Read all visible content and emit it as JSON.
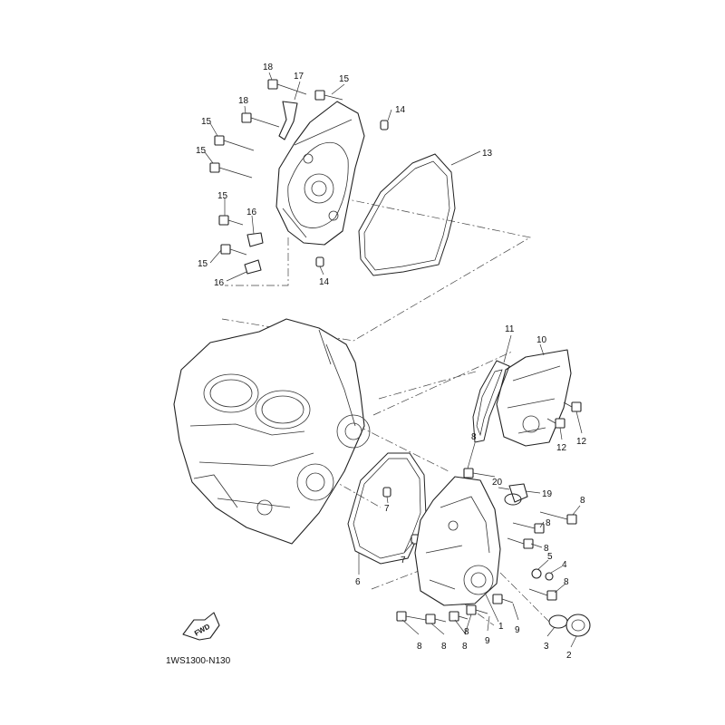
{
  "callouts": [
    "18",
    "17",
    "15",
    "18",
    "14",
    "15",
    "15",
    "13",
    "15",
    "16",
    "15",
    "16",
    "14",
    "11",
    "10",
    "12",
    "12",
    "8",
    "20",
    "19",
    "8",
    "7",
    "8",
    "8",
    "7",
    "5",
    "4",
    "8",
    "6",
    "1",
    "9",
    "9",
    "8",
    "8",
    "8",
    "8",
    "3",
    "2"
  ],
  "fwd_label": "FWD",
  "diagram_code": "1WS1300-N130"
}
